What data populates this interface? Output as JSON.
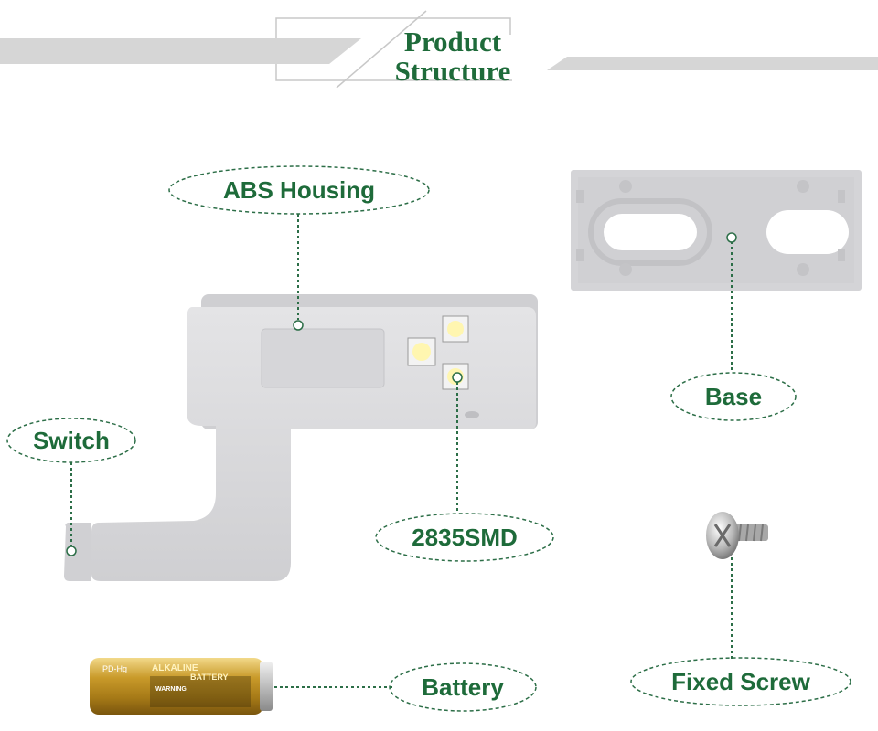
{
  "title": {
    "line1": "Product",
    "line2": "Structure"
  },
  "labels": {
    "abs_housing": "ABS Housing",
    "switch": "Switch",
    "smd": "2835SMD",
    "base": "Base",
    "battery": "Battery",
    "fixed_screw": "Fixed Screw"
  },
  "battery_print": {
    "model": "PD-Hg",
    "line1": "ALKALINE",
    "line2": "BATTERY",
    "warning": "WARNING"
  },
  "colors": {
    "label_green": "#1e6b3a",
    "banner_gray": "#d6d6d6",
    "part_gray": "#d9d9da",
    "battery_gold": "#c8a030"
  }
}
